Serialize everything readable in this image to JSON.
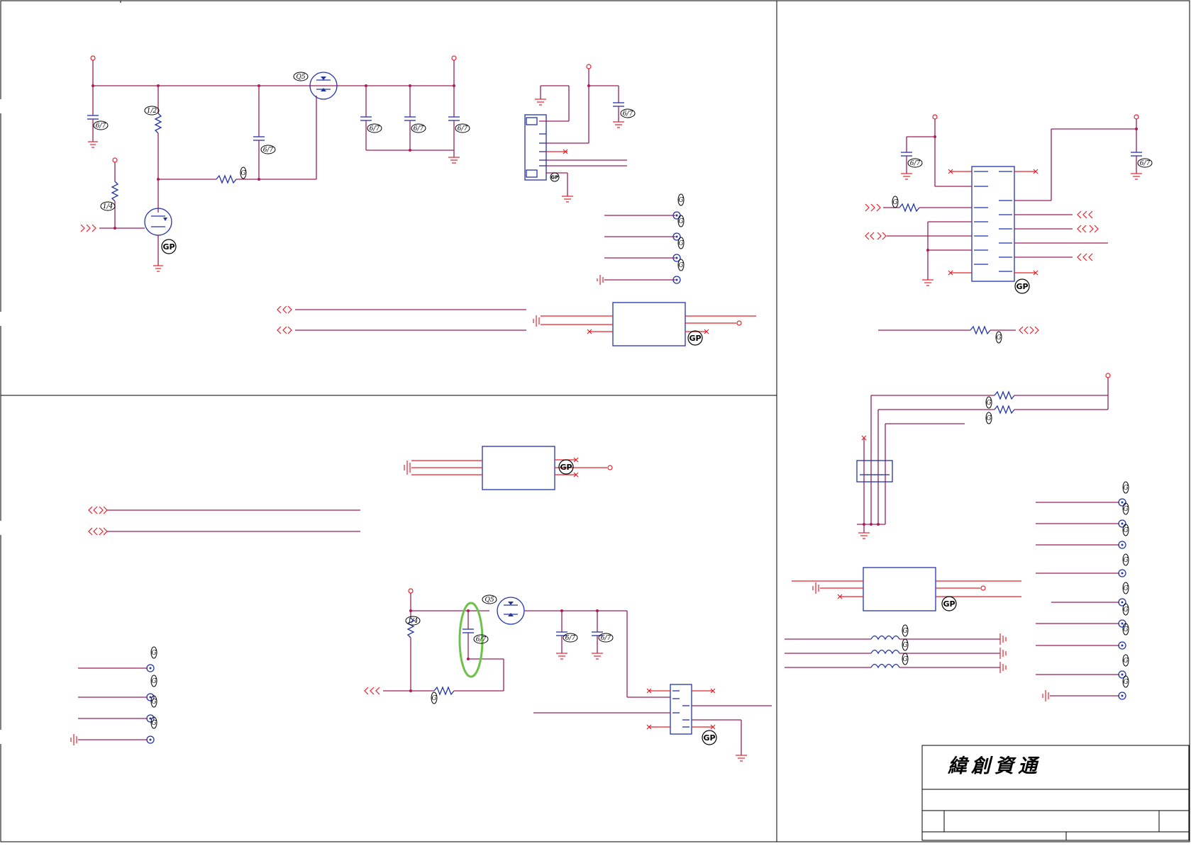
{
  "title_block": {
    "company": "緯創資通"
  },
  "markers": {
    "gp": "GP",
    "cap_code": "6/7",
    "res_code_1": "1/2",
    "res_code_2": "1/4",
    "q_code": "Q5",
    "code_g": "G",
    "code_d": "D"
  },
  "colors": {
    "wire": "#9b1f5a",
    "pin": "#e8202a",
    "component": "#2233aa",
    "highlight": "#6cc24a",
    "frame": "#000000"
  }
}
